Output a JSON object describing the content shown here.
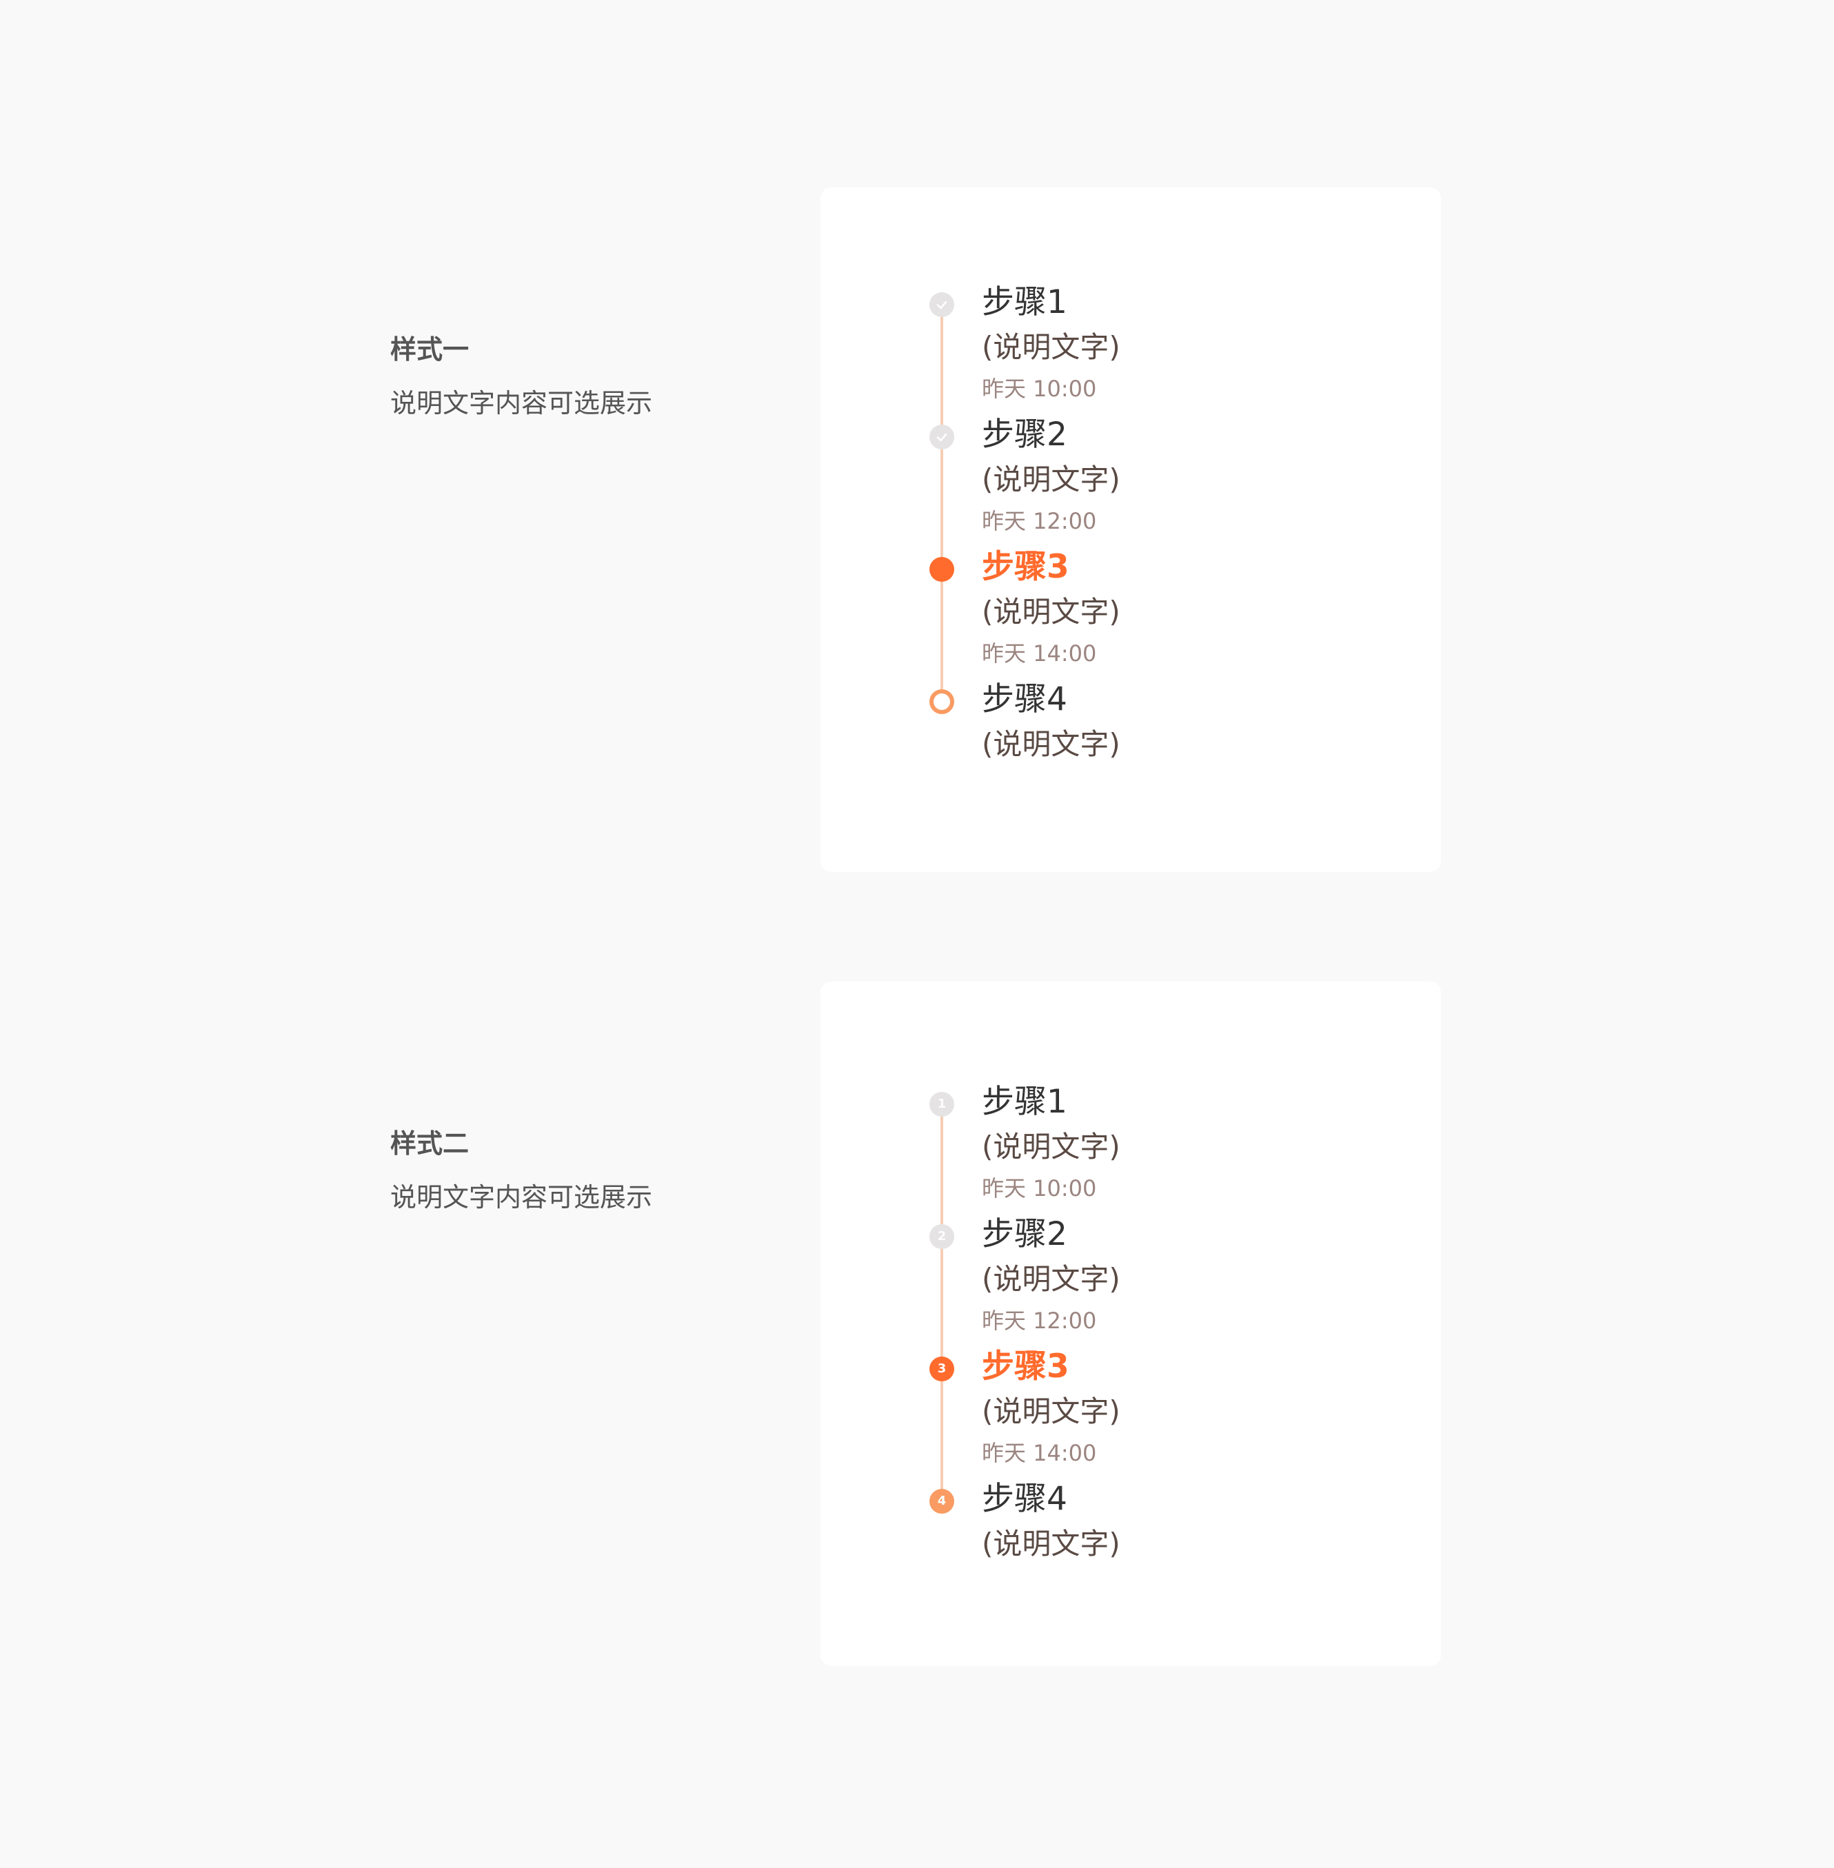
{
  "sections": [
    {
      "title": "样式一",
      "description": "说明文字内容可选展示",
      "steps": [
        {
          "title": "步骤1",
          "desc": "(说明文字)",
          "time": "昨天 10:00",
          "state": "done",
          "marker": "check-icon"
        },
        {
          "title": "步骤2",
          "desc": "(说明文字)",
          "time": "昨天 12:00",
          "state": "done",
          "marker": "check-icon"
        },
        {
          "title": "步骤3",
          "desc": "(说明文字)",
          "time": "昨天 14:00",
          "state": "active",
          "marker": "filled-dot"
        },
        {
          "title": "步骤4",
          "desc": "(说明文字)",
          "state": "pending",
          "marker": "ring-dot"
        }
      ]
    },
    {
      "title": "样式二",
      "description": "说明文字内容可选展示",
      "steps": [
        {
          "title": "步骤1",
          "desc": "(说明文字)",
          "time": "昨天 10:00",
          "state": "done",
          "number": "1"
        },
        {
          "title": "步骤2",
          "desc": "(说明文字)",
          "time": "昨天 12:00",
          "state": "done",
          "number": "2"
        },
        {
          "title": "步骤3",
          "desc": "(说明文字)",
          "time": "昨天 14:00",
          "state": "active",
          "number": "3"
        },
        {
          "title": "步骤4",
          "desc": "(说明文字)",
          "state": "pending",
          "number": "4"
        }
      ]
    }
  ],
  "colors": {
    "active": "#ff6b2d",
    "pending": "#f99b62",
    "done": "#e5e3e3",
    "line": "#f7cdb3",
    "page_bg": "#f9f9f9",
    "card_bg": "#ffffff"
  }
}
